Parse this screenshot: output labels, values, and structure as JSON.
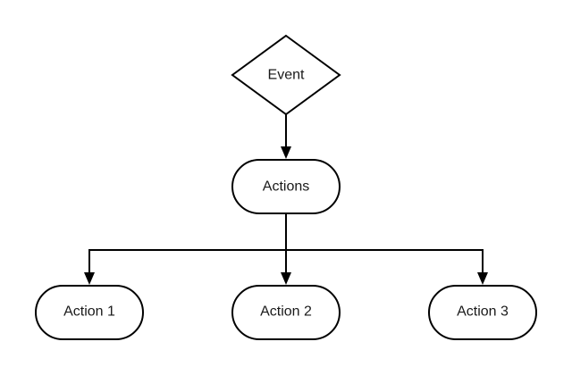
{
  "diagram": {
    "event": {
      "label": "Event"
    },
    "actions": {
      "label": "Actions"
    },
    "children": [
      {
        "label": "Action 1"
      },
      {
        "label": "Action 2"
      },
      {
        "label": "Action 3"
      }
    ]
  },
  "colors": {
    "stroke": "#000000",
    "fill": "#ffffff",
    "text": "#1a1a1a"
  }
}
